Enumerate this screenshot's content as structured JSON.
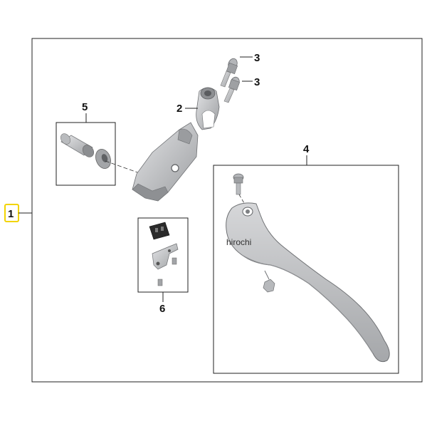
{
  "callouts": {
    "assembly": "1",
    "bracket": "2",
    "screw_upper": "3",
    "screw_lower": "3",
    "lever": "4",
    "adjuster_kit": "5",
    "switch_kit": "6"
  },
  "watermark": "hirochi",
  "colors": {
    "frame": "#222222",
    "highlight": "#f2d400",
    "part_light": "#c9cacc",
    "part_mid": "#a4a6a9",
    "part_dark": "#6e7073",
    "part_black": "#2b2b2b"
  }
}
